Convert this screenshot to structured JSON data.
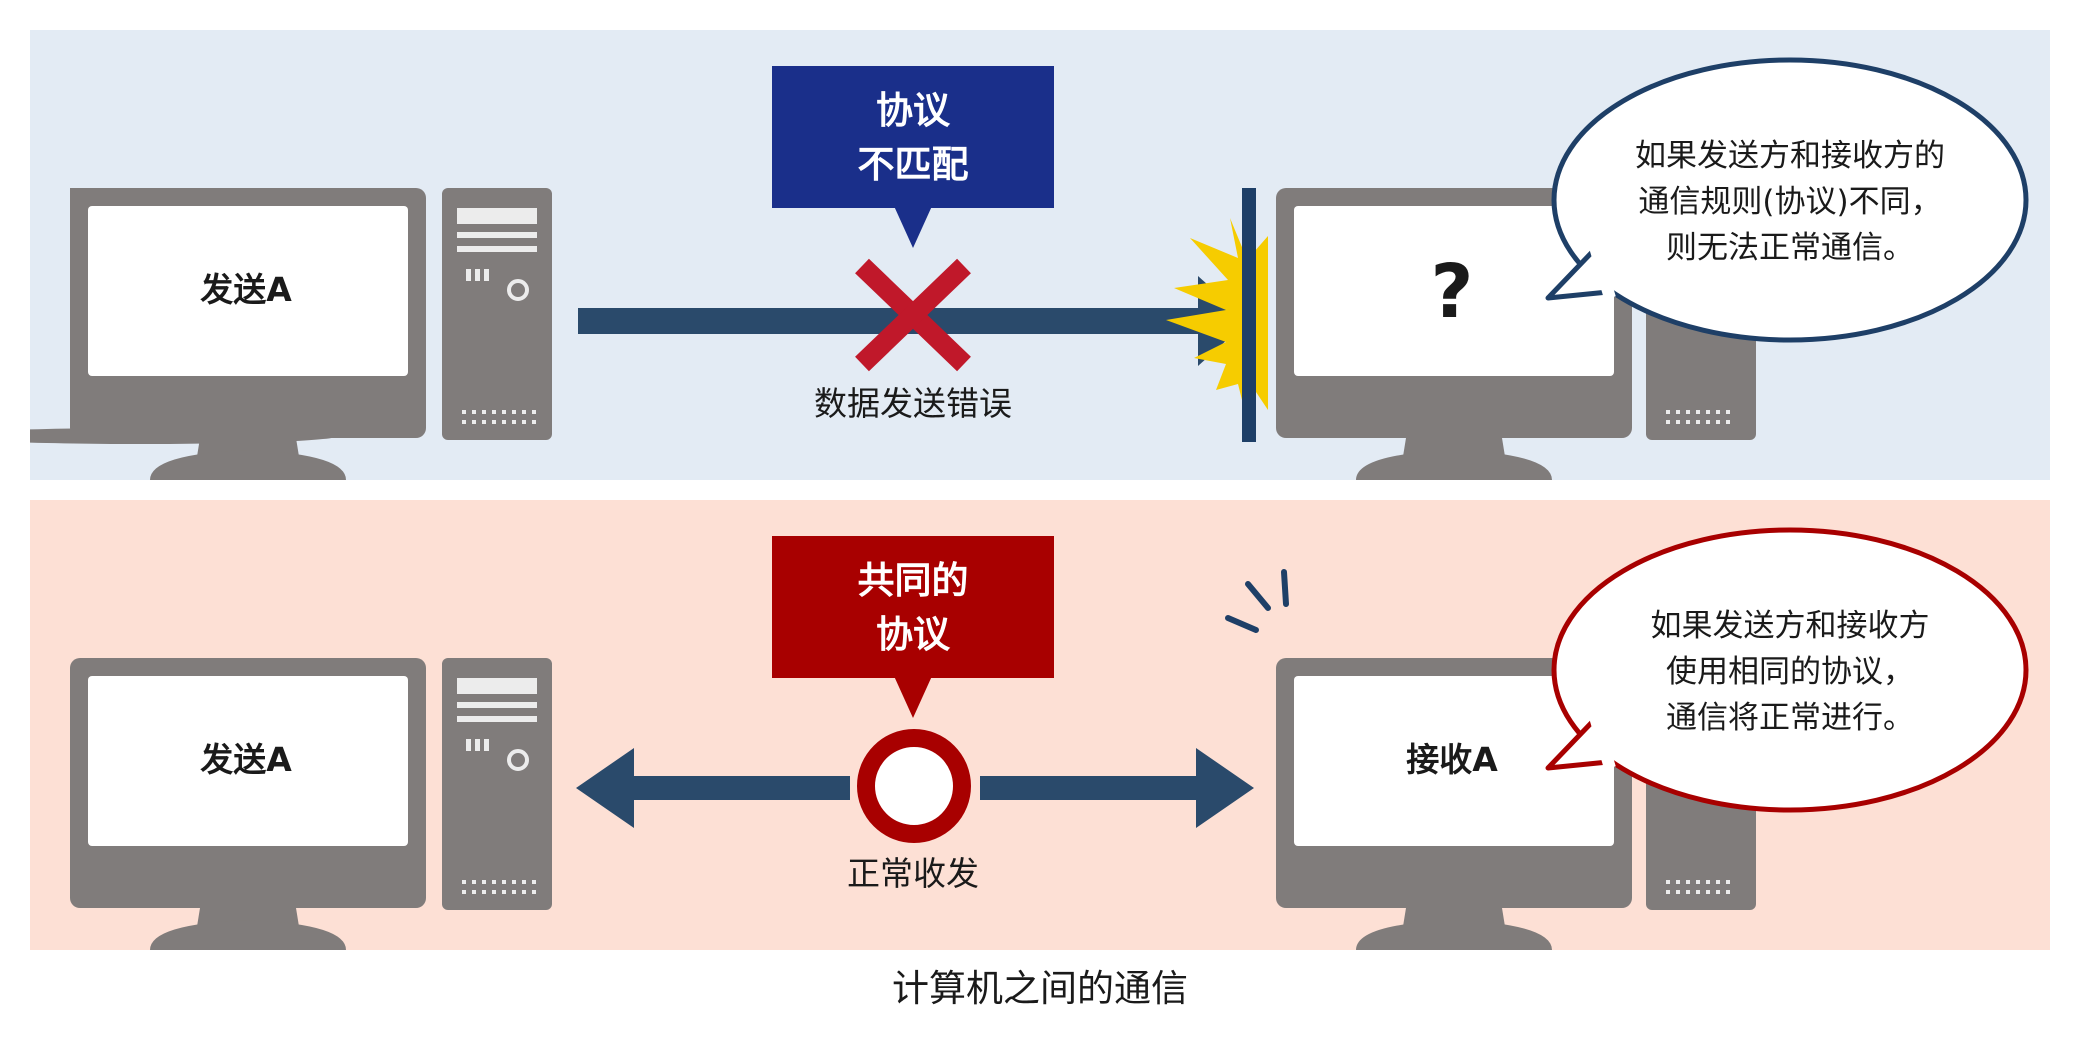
{
  "title": "计算机之间的通信",
  "colors": {
    "top_bg": "#e3ebf4",
    "bottom_bg": "#fde0d5",
    "navy": "#1a2f8a",
    "arrow": "#2a4a6b",
    "red": "#a80000",
    "cross": "#c0182a",
    "burst": "#f6cc00",
    "computer_gray": "#807c7b"
  },
  "mismatch": {
    "sender_label": "发送A",
    "box_label_line1": "协议",
    "box_label_line2": "不匹配",
    "status_label": "数据发送错误",
    "receiver_mark": "?",
    "bubble_line1": "如果发送方和接收方的",
    "bubble_line2": "通信规则(协议)不同，",
    "bubble_line3": "则无法正常通信。",
    "icons": [
      "desktop-computer-icon",
      "cross-mark-icon",
      "impact-burst-icon",
      "speech-bubble-icon"
    ]
  },
  "common": {
    "sender_label": "发送A",
    "box_label_line1": "共同的",
    "box_label_line2": "协议",
    "status_label": "正常收发",
    "receiver_label": "接收A",
    "bubble_line1": "如果发送方和接收方",
    "bubble_line2": "使用相同的协议，",
    "bubble_line3": "通信将正常进行。",
    "icons": [
      "desktop-computer-icon",
      "circle-mark-icon",
      "double-arrow-icon",
      "speech-bubble-icon"
    ]
  }
}
